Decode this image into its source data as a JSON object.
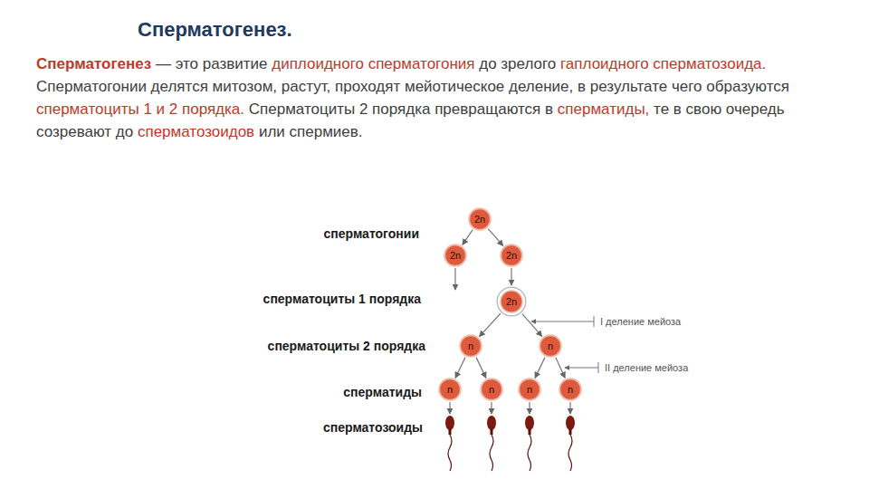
{
  "diagram": {
    "title": "Сперматогенез.",
    "nodes": [
      {
        "text": [
          "2n"
        ]
      },
      {
        "text": [
          "2n"
        ]
      },
      {
        "text": [
          "2n"
        ]
      },
      {
        "text": [
          "2n"
        ]
      },
      {
        "text": [
          "n"
        ]
      },
      {
        "text": [
          "n"
        ]
      },
      {
        "text": [
          "n"
        ]
      },
      {
        "text": [
          "n"
        ]
      },
      {
        "text": [
          "n"
        ]
      },
      {
        "text": [
          "n"
        ]
      }
    ],
    "edges": [
      {
        "from": 0,
        "to": 1,
        "arrow": "to"
      },
      {
        "from": 0,
        "to": 2,
        "arrow": "to"
      },
      {
        "from": 2,
        "to": 3,
        "arrow": "to"
      },
      {
        "from": 3,
        "to": 4,
        "arrow": "to"
      },
      {
        "from": 3,
        "to": 5,
        "arrow": "to"
      },
      {
        "from": 4,
        "to": 6,
        "arrow": "to"
      },
      {
        "from": 4,
        "to": 7,
        "arrow": "to"
      },
      {
        "from": 5,
        "to": 8,
        "arrow": "to"
      },
      {
        "from": 5,
        "to": 9,
        "arrow": "to"
      }
    ],
    "labels": [
      "Сперматогенез",
      "— это развитие",
      "диплоидного сперматогония",
      "до зрелого",
      "гаплоидного сперматозоида.",
      "Сперматогонии делятся митозом, растут, проходят мейотическое деление, в результате чего образуются",
      "сперматоциты 1 и 2 порядка.",
      "Сперматоциты 2 порядка превращаются в",
      "сперматиды,",
      "те в свою очередь созревают до",
      "сперматозоидов",
      "или спермиев.",
      "сперматогонии",
      "сперматоциты 1 порядка",
      "сперматоциты 2 порядка",
      "сперматиды",
      "сперматозоиды",
      "I деление мейоза",
      "II деление мейоза"
    ]
  }
}
